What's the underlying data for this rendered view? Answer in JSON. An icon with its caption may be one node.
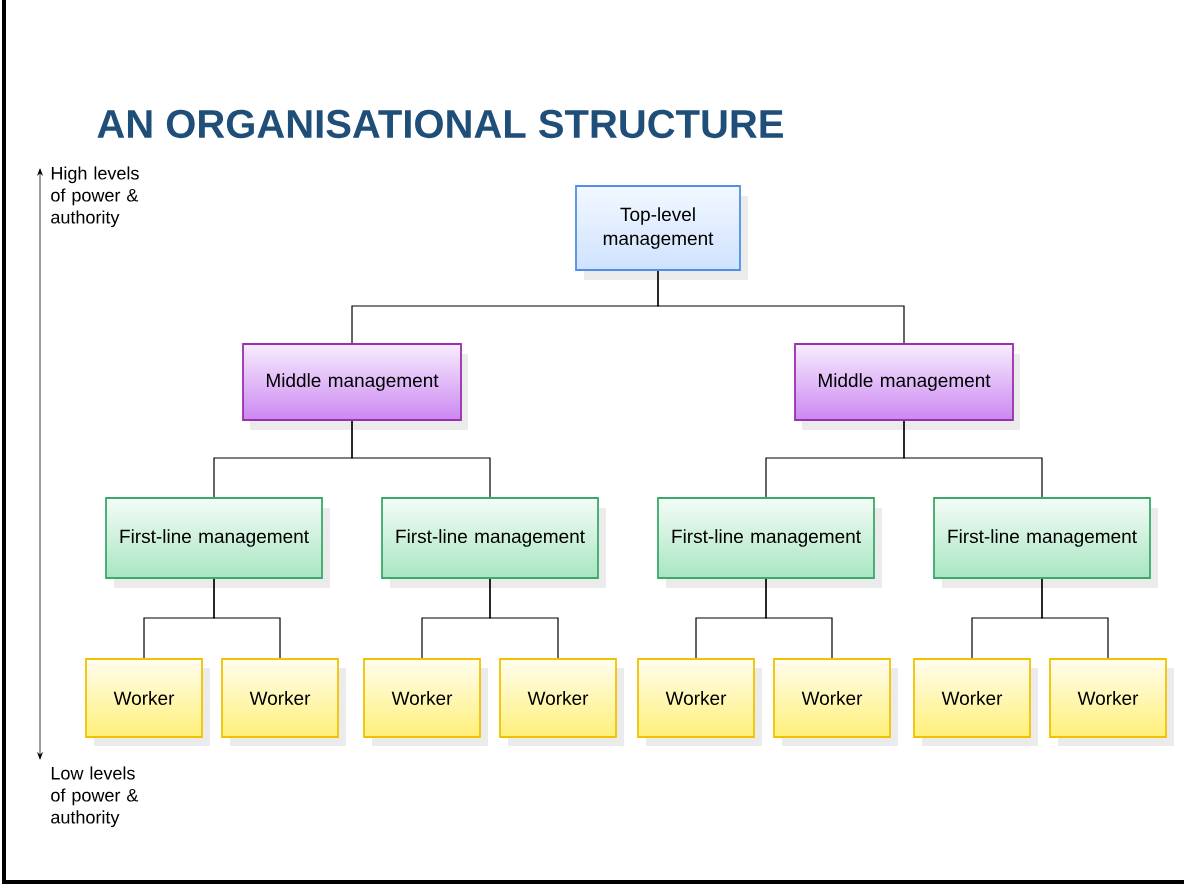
{
  "diagram": {
    "title": "AN ORGANISATIONAL STRUCTURE",
    "nodes": [
      {
        "text": [
          "Top-level management"
        ]
      },
      {
        "text": [
          "Middle management"
        ]
      },
      {
        "text": [
          "Middle management"
        ]
      },
      {
        "text": [
          "First-line management"
        ]
      },
      {
        "text": [
          "First-line management"
        ]
      },
      {
        "text": [
          "First-line management"
        ]
      },
      {
        "text": [
          "First-line management"
        ]
      },
      {
        "text": [
          "Worker"
        ]
      },
      {
        "text": [
          "Worker"
        ]
      },
      {
        "text": [
          "Worker"
        ]
      },
      {
        "text": [
          "Worker"
        ]
      },
      {
        "text": [
          "Worker"
        ]
      },
      {
        "text": [
          "Worker"
        ]
      },
      {
        "text": [
          "Worker"
        ]
      },
      {
        "text": [
          "Worker"
        ]
      }
    ],
    "edges": [
      {
        "from": 0,
        "to": 1,
        "arrow": "none"
      },
      {
        "from": 0,
        "to": 2,
        "arrow": "none"
      },
      {
        "from": 1,
        "to": 3,
        "arrow": "none"
      },
      {
        "from": 1,
        "to": 4,
        "arrow": "none"
      },
      {
        "from": 2,
        "to": 5,
        "arrow": "none"
      },
      {
        "from": 2,
        "to": 6,
        "arrow": "none"
      },
      {
        "from": 3,
        "to": 7,
        "arrow": "none"
      },
      {
        "from": 3,
        "to": 8,
        "arrow": "none"
      },
      {
        "from": 4,
        "to": 9,
        "arrow": "none"
      },
      {
        "from": 4,
        "to": 10,
        "arrow": "none"
      },
      {
        "from": 5,
        "to": 11,
        "arrow": "none"
      },
      {
        "from": 5,
        "to": 12,
        "arrow": "none"
      },
      {
        "from": 6,
        "to": 13,
        "arrow": "none"
      },
      {
        "from": 6,
        "to": 14,
        "arrow": "none"
      }
    ],
    "labels": [
      "High levels of power & authority",
      "Low levels of power & authority"
    ]
  }
}
